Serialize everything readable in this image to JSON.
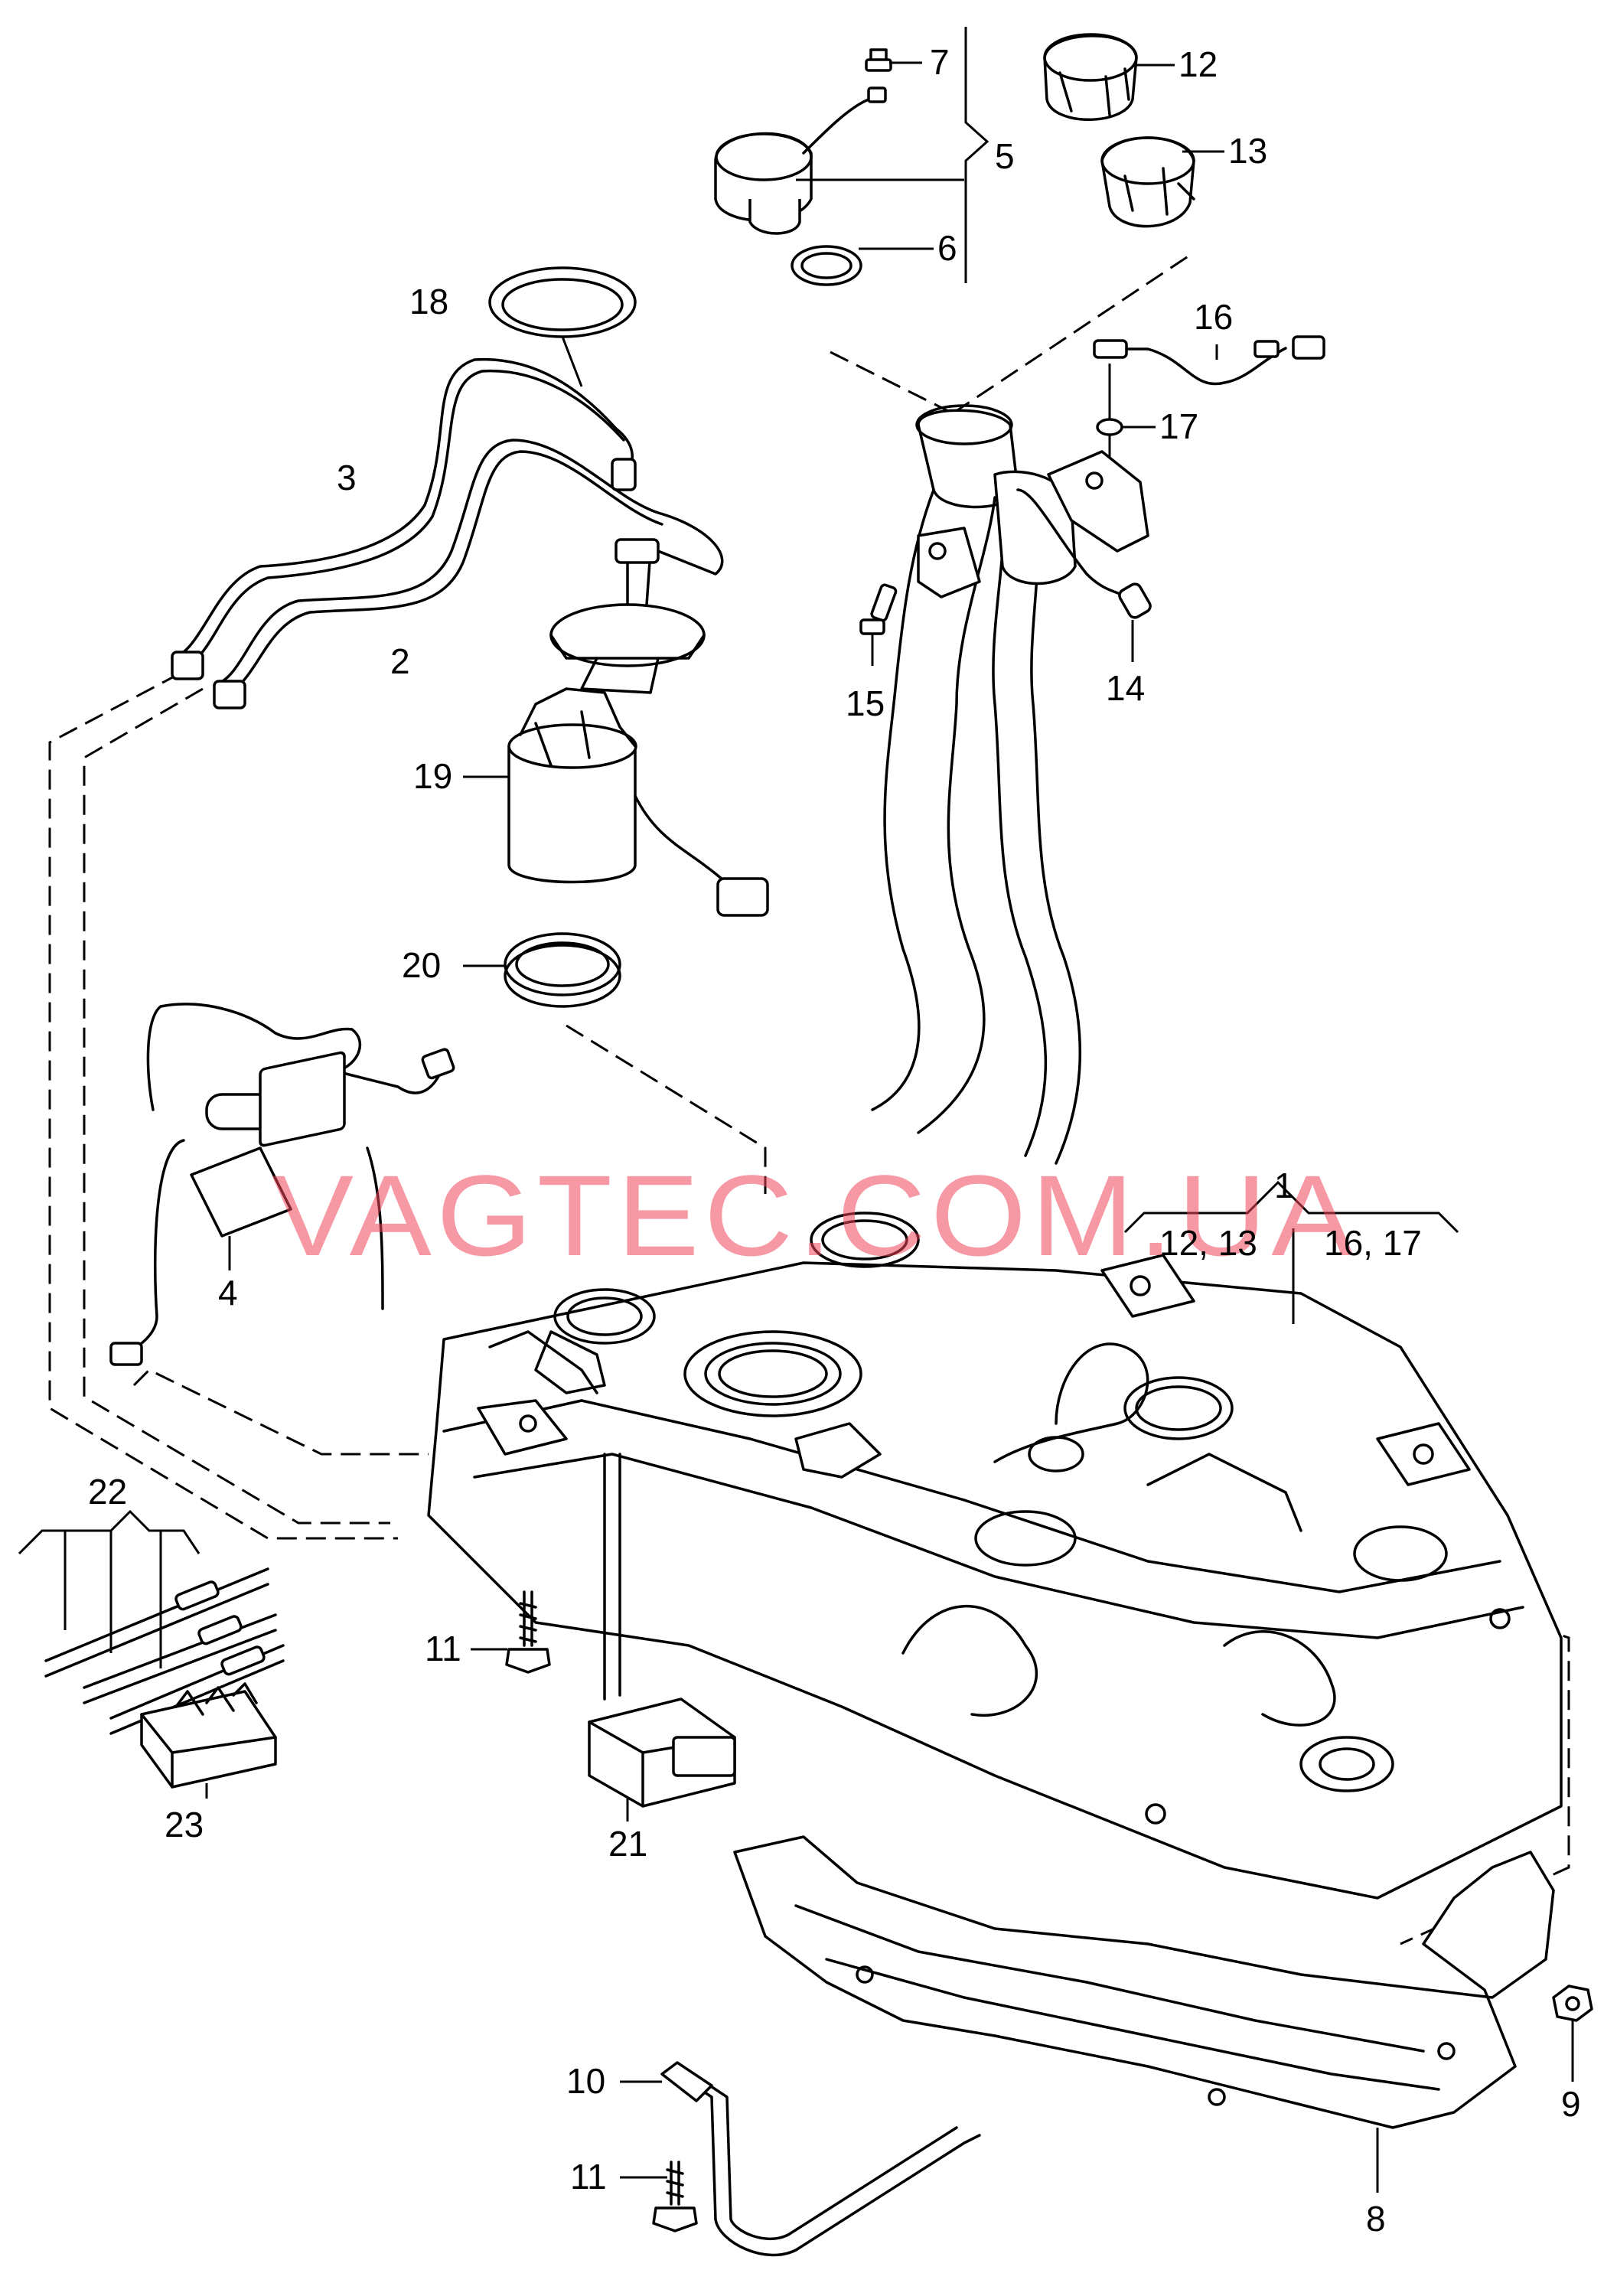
{
  "diagram": {
    "callouts": [
      {
        "id": "c1",
        "label": "1"
      },
      {
        "id": "c2",
        "label": "2"
      },
      {
        "id": "c3",
        "label": "3"
      },
      {
        "id": "c4",
        "label": "4"
      },
      {
        "id": "c5",
        "label": "5"
      },
      {
        "id": "c6",
        "label": "6"
      },
      {
        "id": "c7",
        "label": "7"
      },
      {
        "id": "c8",
        "label": "8"
      },
      {
        "id": "c9",
        "label": "9"
      },
      {
        "id": "c10",
        "label": "10"
      },
      {
        "id": "c11a",
        "label": "11"
      },
      {
        "id": "c11b",
        "label": "11"
      },
      {
        "id": "c12",
        "label": "12"
      },
      {
        "id": "c13",
        "label": "13"
      },
      {
        "id": "c14",
        "label": "14"
      },
      {
        "id": "c15",
        "label": "15"
      },
      {
        "id": "c16",
        "label": "16"
      },
      {
        "id": "c17",
        "label": "17"
      },
      {
        "id": "c18",
        "label": "18"
      },
      {
        "id": "c19",
        "label": "19"
      },
      {
        "id": "c20",
        "label": "20"
      },
      {
        "id": "c21",
        "label": "21"
      },
      {
        "id": "c22",
        "label": "22"
      },
      {
        "id": "c23",
        "label": "23"
      },
      {
        "id": "c1213",
        "label": "12, 13"
      },
      {
        "id": "c1617",
        "label": "16, 17"
      }
    ],
    "watermark": "VAGTEC.COM.UA"
  }
}
